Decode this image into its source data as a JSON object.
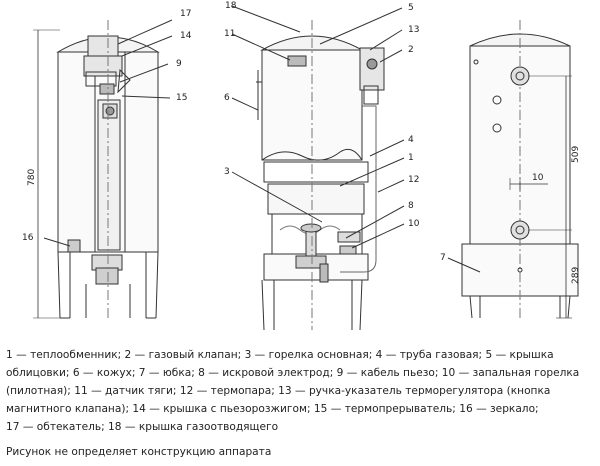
{
  "labels": {
    "l1": "1",
    "l2": "2",
    "l3": "3",
    "l4": "4",
    "l5": "5",
    "l6": "6",
    "l7": "7",
    "l8": "8",
    "l9": "9",
    "l10": "10",
    "l11": "11",
    "l12": "12",
    "l13": "13",
    "l14": "14",
    "l15": "15",
    "l16": "16",
    "l17": "17",
    "l18": "18"
  },
  "dimensions": {
    "height_total": "780",
    "height_upper": "509",
    "height_lower": "289",
    "width_gap": "10"
  },
  "legend": {
    "line1": "1 — теплообменник; 2 — газовый клапан; 3 — горелка основная; 4 — труба газовая; 5 — крышка",
    "line2": "облицовки; 6 — кожух; 7 — юбка; 8 — искровой электрод; 9 — кабель пьезо; 10 — запальная горелка",
    "line3": "(пилотная); 11 — датчик тяги; 12 — термопара; 13 — ручка-указатель терморегулятора (кнопка",
    "line4": "магнитного клапана); 14 — крышка с пьезорозжигом; 15 — термопрерыватель; 16 — зеркало;",
    "line5": "17 — обтекатель; 18 — крышка газоотводящего"
  },
  "note": "Рисунок не определяет конструкцию аппарата"
}
